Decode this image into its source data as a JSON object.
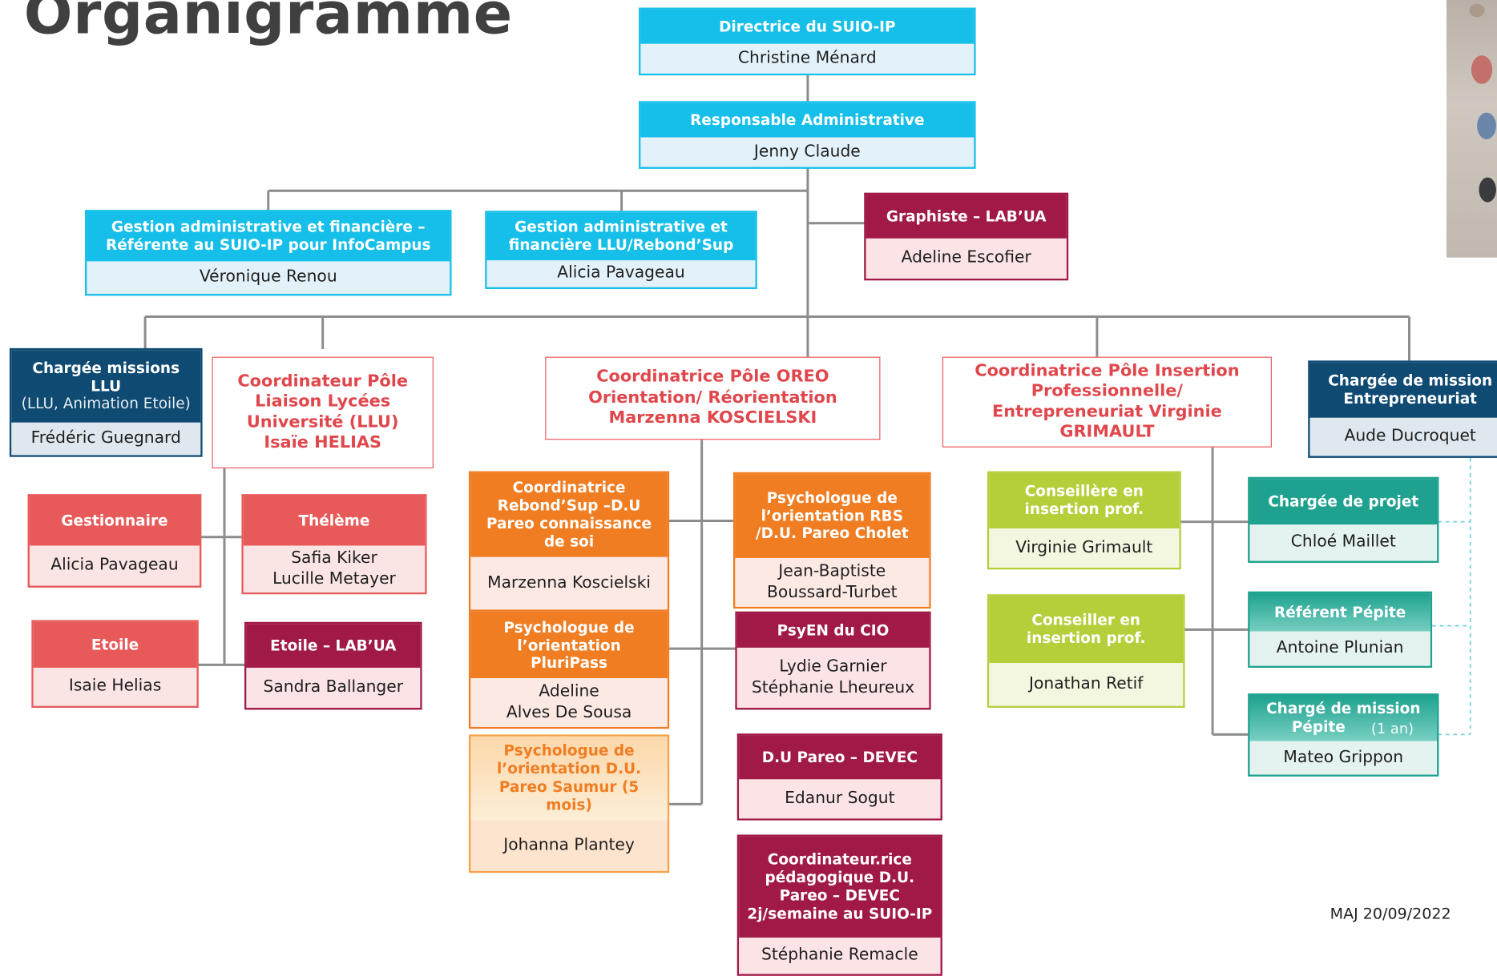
{
  "title": "Organigramme",
  "update_note": "MAJ 20/09/2022",
  "colors": {
    "cyan": "#16bfe9",
    "navy": "#0e4a72",
    "wine": "#a11947",
    "salmon": "#e85a5a",
    "orange": "#f07d22",
    "light_orange": "#f7a144",
    "lime": "#b5cf3b",
    "teal": "#1ea28f",
    "connector": "#8c8c8c",
    "coordinator_text": "#e0474c"
  },
  "boxes": {
    "directrice": {
      "role": "Directrice du SUIO-IP",
      "name": "Christine Ménard"
    },
    "responsable": {
      "role": "Responsable Administrative",
      "name": "Jenny Claude"
    },
    "gestion_admin": {
      "role": "Gestion administrative et financière – Référente au SUIO-IP pour InfoCampus",
      "name": "Véronique Renou"
    },
    "gestion_llu": {
      "role": "Gestion administrative et financière LLU/Rebond’Sup",
      "name": "Alicia Pavageau"
    },
    "graphiste": {
      "role": "Graphiste – LAB’UA",
      "name": "Adeline Escofier"
    },
    "chargee_llu": {
      "role": "Chargée missions LLU",
      "role_sub": "(LLU, Animation Etoile)",
      "name": "Frédéric Guegnard"
    },
    "coord_llu": {
      "text": "Coordinateur Pôle Liaison Lycées Université (LLU) Isaïe HELIAS"
    },
    "coord_oreo": {
      "text": "Coordinatrice Pôle OREO Orientation/ Réorientation Marzenna KOSCIELSKI"
    },
    "coord_ip": {
      "text": "Coordinatrice Pôle Insertion Professionnelle/ Entrepreneuriat Virginie GRIMAULT"
    },
    "chargee_entrep": {
      "role": "Chargée de mission Entrepreneuriat",
      "name": "Aude Ducroquet"
    },
    "gestionnaire": {
      "role": "Gestionnaire",
      "name": "Alicia Pavageau"
    },
    "theleme": {
      "role": "Thélème",
      "name": "Safia Kiker\nLucille Metayer"
    },
    "etoile": {
      "role": "Etoile",
      "name": "Isaie Helias"
    },
    "etoile_lab": {
      "role": "Etoile – LAB’UA",
      "name": "Sandra Ballanger"
    },
    "coord_rebond": {
      "role": "Coordinatrice Rebond’Sup –D.U Pareo connaissance de soi",
      "name": "Marzenna Koscielski"
    },
    "psy_pluripass": {
      "role": "Psychologue de l’orientation PluriPass",
      "name": "Adeline\nAlves De Sousa"
    },
    "psy_saumur": {
      "role": "Psychologue de l’orientation D.U. Pareo Saumur (5 mois)",
      "name": "Johanna Plantey"
    },
    "psy_cholet": {
      "role": "Psychologue de l’orientation RBS /D.U. Pareo Cholet",
      "name": "Jean-Baptiste\nBoussard-Turbet"
    },
    "psyen": {
      "role": "PsyEN du CIO",
      "name": "Lydie Garnier\nStéphanie Lheureux"
    },
    "du_devec": {
      "role": "D.U Pareo – DEVEC",
      "name": "Edanur Sogut"
    },
    "coord_peda": {
      "role": "Coordinateur.rice pédagogique D.U. Pareo – DEVEC 2j/semaine au SUIO-IP",
      "name": "Stéphanie Remacle"
    },
    "conseillere": {
      "role": "Conseillère en insertion prof.",
      "name": "Virginie Grimault"
    },
    "conseiller": {
      "role": "Conseiller en insertion prof.",
      "name": "Jonathan Retif"
    },
    "charge_projet": {
      "role": "Chargée de projet",
      "name": "Chloé Maillet"
    },
    "referent_pepite": {
      "role": "Référent Pépite",
      "name": "Antoine Plunian"
    },
    "charge_pepite": {
      "role": "Chargé de mission Pépite",
      "role_sub": "(1 an)",
      "name": "Mateo Grippon"
    }
  }
}
